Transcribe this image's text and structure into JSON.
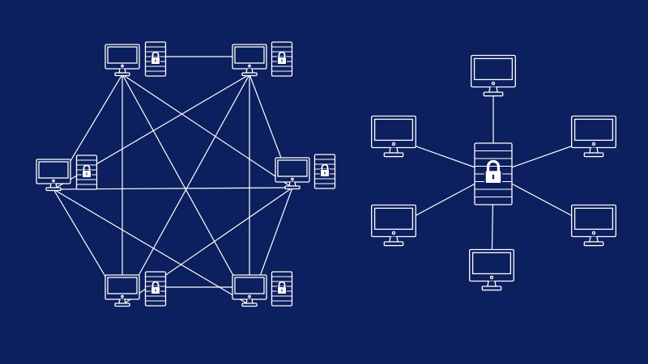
{
  "colors": {
    "background": "#0c1f5e",
    "stroke": "#ffffff"
  },
  "diagrams": [
    {
      "name": "decentralized-network",
      "topology": "fully-connected",
      "node_count": 6,
      "node_parts": [
        "monitor-icon",
        "locked-ledger-icon"
      ]
    },
    {
      "name": "centralized-network",
      "topology": "star",
      "hub": "locked-ledger-icon",
      "spoke_count": 6,
      "spoke_part": "monitor-icon"
    }
  ]
}
